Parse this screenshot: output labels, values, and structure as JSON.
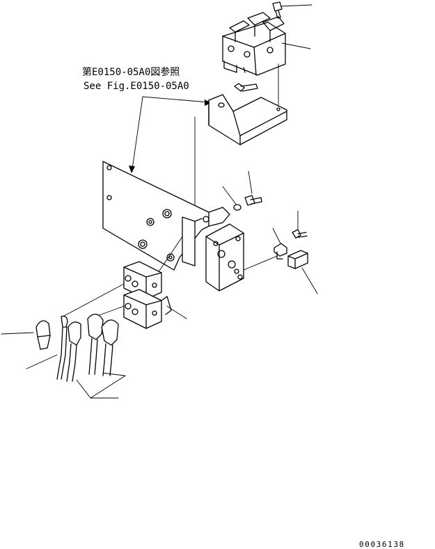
{
  "reference": {
    "japanese": "第E0150-05A0図参照",
    "english": "See Fig.E0150-05A0"
  },
  "drawing_number": "00036138"
}
